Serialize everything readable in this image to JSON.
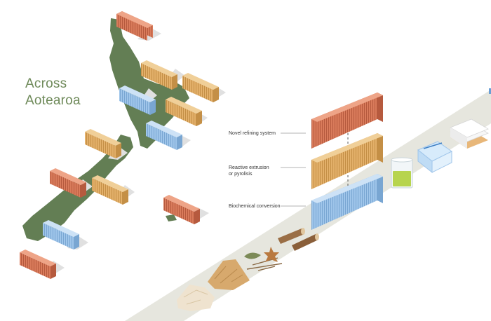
{
  "heading": {
    "line1": "Across",
    "line2": "Aotearoa"
  },
  "labels": {
    "refining": "Novel refining system",
    "extrusion_line1": "Reactive extrusion",
    "extrusion_line2": "or pyrolisis",
    "biochemical": "Biochemical conversion"
  },
  "colors": {
    "map_land": "#637e54",
    "container_red": "#d97b5b",
    "container_orange": "#e3b06a",
    "container_blue": "#9fc5ea",
    "belt": "#e6e6de",
    "shadow": "#e0e0e0",
    "heading_text": "#6f8a5a"
  },
  "icons": {
    "map": "new-zealand-map",
    "containers": "shipping-container-icon",
    "biomass": [
      "wood-shavings-icon",
      "sawdust-pile-icon",
      "leaf-icon",
      "twigs-icon",
      "star-anise-icon",
      "log-icon"
    ],
    "products": [
      "green-liquid-beaker-icon",
      "plastic-container-icon",
      "paper-stack-icon"
    ]
  }
}
